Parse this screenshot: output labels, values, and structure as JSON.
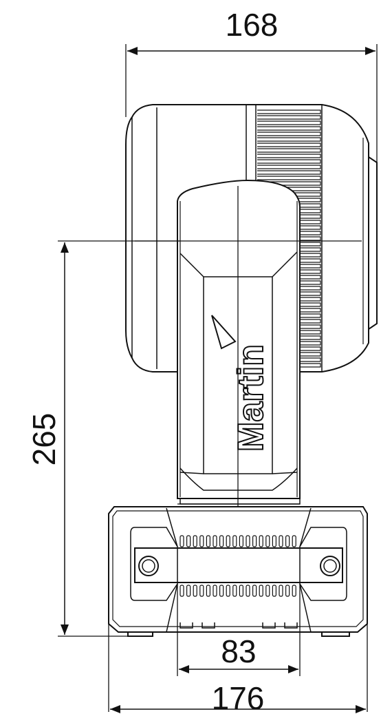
{
  "dimensions": {
    "top_width": "168",
    "height": "265",
    "inner_width": "83",
    "base_width": "176"
  },
  "brand": {
    "logo_text": "Martin"
  },
  "colors": {
    "line": "#111111",
    "background": "#ffffff"
  }
}
